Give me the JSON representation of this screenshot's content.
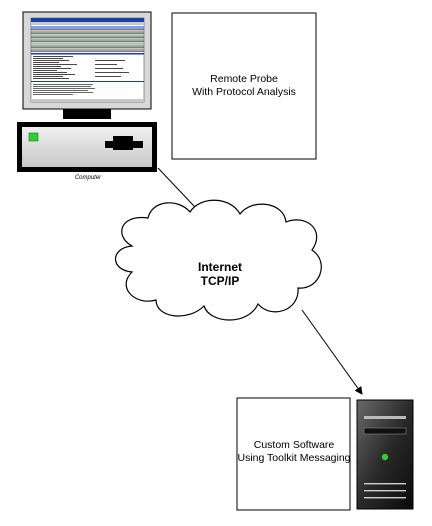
{
  "computer_label": "Computer",
  "remote_probe": {
    "line1": "Remote Probe",
    "line2": "With Protocol Analysis"
  },
  "internet": {
    "line1": "Internet",
    "line2": "TCP/IP"
  },
  "custom_software": {
    "line1": "Custom Software",
    "line2": "Using Toolkit Messaging"
  },
  "colors": {
    "stroke": "#000000",
    "desktop_gray": "#dcdcdc",
    "led_green": "#33cc33",
    "screen_blue": "#1a3fa0",
    "server_dark": "#222222"
  }
}
